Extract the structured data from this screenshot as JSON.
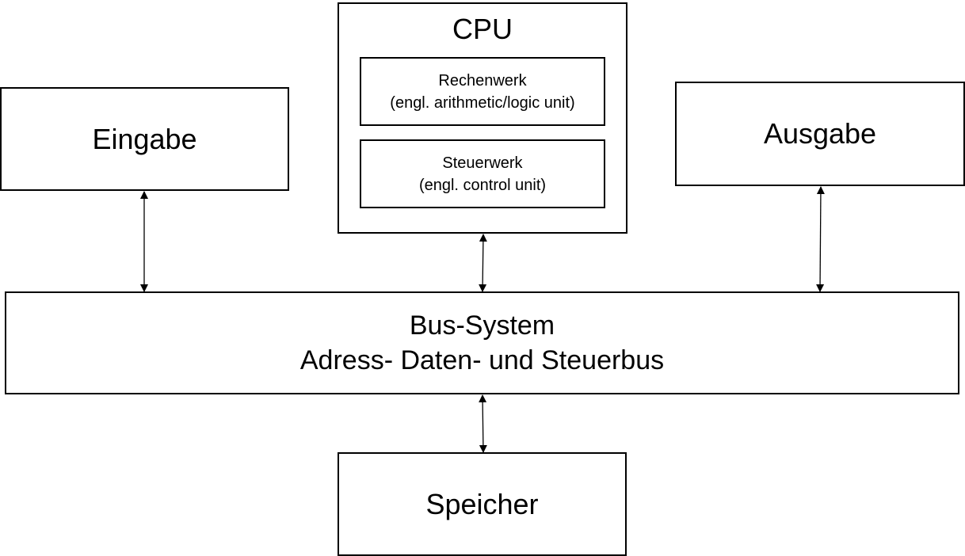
{
  "diagram": {
    "eingabe": {
      "label": "Eingabe"
    },
    "ausgabe": {
      "label": "Ausgabe"
    },
    "cpu": {
      "title": "CPU",
      "rechenwerk": {
        "line1": "Rechenwerk",
        "line2": "(engl. arithmetic/logic unit)"
      },
      "steuerwerk": {
        "line1": "Steuerwerk",
        "line2": "(engl. control unit)"
      }
    },
    "bus": {
      "line1": "Bus-System",
      "line2": "Adress- Daten- und Steuerbus"
    },
    "speicher": {
      "label": "Speicher"
    }
  }
}
